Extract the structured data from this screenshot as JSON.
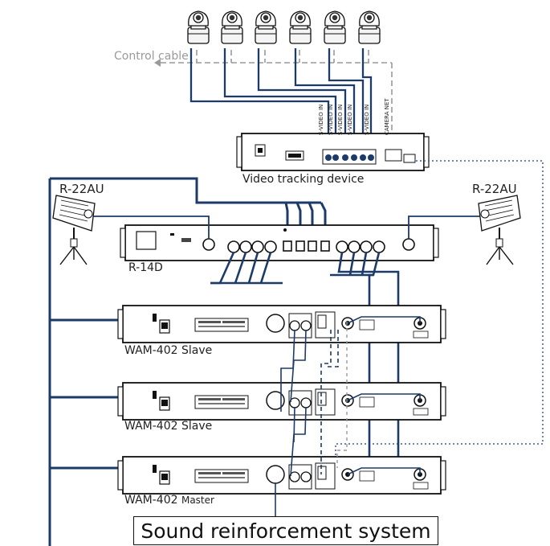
{
  "labels": {
    "control_cable": "Control cable",
    "video_tracking_device": "Video tracking device",
    "antenna_left": "R-22AU",
    "antenna_right": "R-22AU",
    "r14d": "R-14D",
    "wam_slave_1": "WAM-402 Slave",
    "wam_slave_2": "WAM-402 Slave",
    "wam_master_model": "WAM-402",
    "wam_master_role": "Master",
    "sound_system": "Sound reinforcement system"
  },
  "tracking_ports": [
    "S-VIDEO IN",
    "S-VIDEO IN",
    "S-VIDEO IN",
    "S-VIDEO IN",
    "S-VIDEO IN",
    "CAMERA NET"
  ],
  "camera_count": 6,
  "colors": {
    "cable_blue": "#1c3a6a",
    "cable_grey": "#9a9a9a",
    "dotted_blue": "#3a5da0",
    "device_line": "#111111"
  }
}
